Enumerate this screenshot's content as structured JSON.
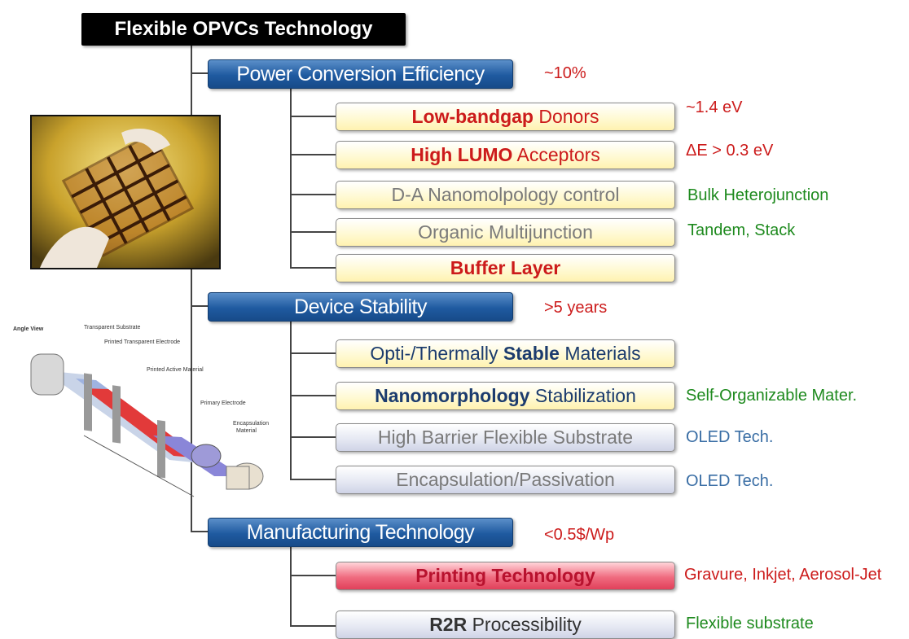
{
  "root": {
    "title": "Flexible OPVCs Technology"
  },
  "categories": [
    {
      "title": "Power Conversion Efficiency",
      "note": "~10%",
      "items": [
        {
          "bold": "Low-bandgap",
          "rest": " Donors",
          "note": "~1.4 eV"
        },
        {
          "bold": "High LUMO",
          "rest": " Acceptors",
          "note": "ΔE > 0.3 eV"
        },
        {
          "text": "D-A Nanomolpology control",
          "note": "Bulk Heterojunction"
        },
        {
          "text": "Organic Multijunction",
          "note": "Tandem, Stack"
        },
        {
          "bold": "Buffer Layer"
        }
      ]
    },
    {
      "title": "Device Stability",
      "note": ">5 years",
      "items": [
        {
          "pre": "Opti-/Thermally ",
          "bold": "Stable",
          "rest": " Materials"
        },
        {
          "bold": "Nanomorphology",
          "rest": " Stabilization",
          "note": "Self-Organizable Mater."
        },
        {
          "text": "High Barrier Flexible Substrate",
          "note": "OLED Tech."
        },
        {
          "text": "Encapsulation/Passivation",
          "note": "OLED Tech."
        }
      ]
    },
    {
      "title": "Manufacturing Technology",
      "note": "<0.5$/Wp",
      "items": [
        {
          "bold": "Printing Technology",
          "note": "Gravure, Inkjet, Aerosol-Jet"
        },
        {
          "bold": "R2R",
          "rest": " Processibility",
          "note": "Flexible substrate"
        }
      ]
    }
  ],
  "illustration": {
    "labels": {
      "angle_view": "Angle View",
      "transparent_substrate": "Transparent Substrate",
      "printed_transparent_electrode": "Printed Transparent Electrode",
      "printed_active_material": "Printed Active Material",
      "primary_electrode": "Primary Electrode",
      "encapsulation_1": "Encapsulation",
      "encapsulation_2": "Material"
    }
  }
}
